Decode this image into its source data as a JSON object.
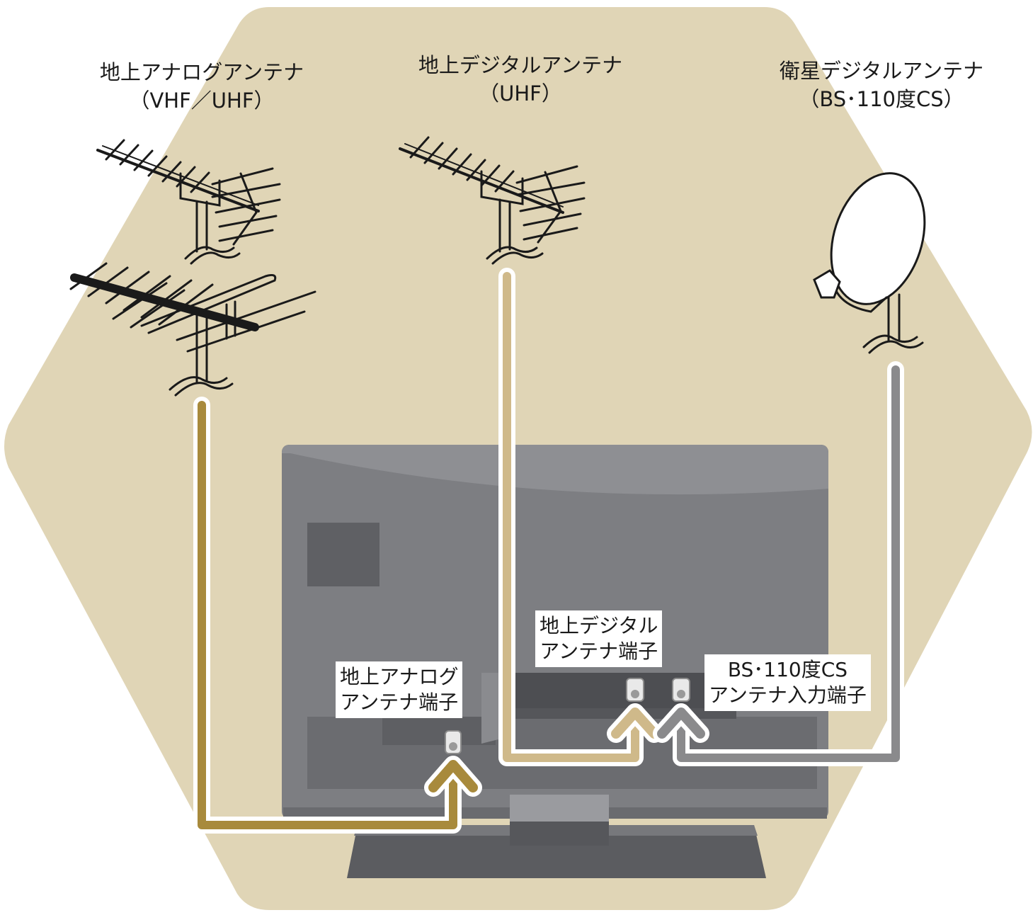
{
  "antennas": {
    "analog": {
      "line1": "地上アナログアンテナ",
      "line2": "（VHF／UHF）",
      "icon": "yagi-antenna-icon"
    },
    "digital": {
      "line1": "地上デジタルアンテナ",
      "line2": "（UHF）",
      "icon": "uhf-antenna-icon"
    },
    "satellite": {
      "line1": "衛星デジタルアンテナ",
      "line2": "（BS･110度CS）",
      "icon": "satellite-dish-icon"
    }
  },
  "terminals": {
    "analog": {
      "line1": "地上アナログ",
      "line2": "アンテナ端子"
    },
    "digital": {
      "line1": "地上デジタル",
      "line2": "アンテナ端子"
    },
    "satellite": {
      "line1": "BS･110度CS",
      "line2": "アンテナ入力端子"
    }
  },
  "colors": {
    "background_hex": "#e0d5b6",
    "analog_cable": "#a88a3c",
    "digital_cable": "#cfb98a",
    "satellite_cable": "#8a8a8c",
    "tv_body": "#7d7e82"
  }
}
